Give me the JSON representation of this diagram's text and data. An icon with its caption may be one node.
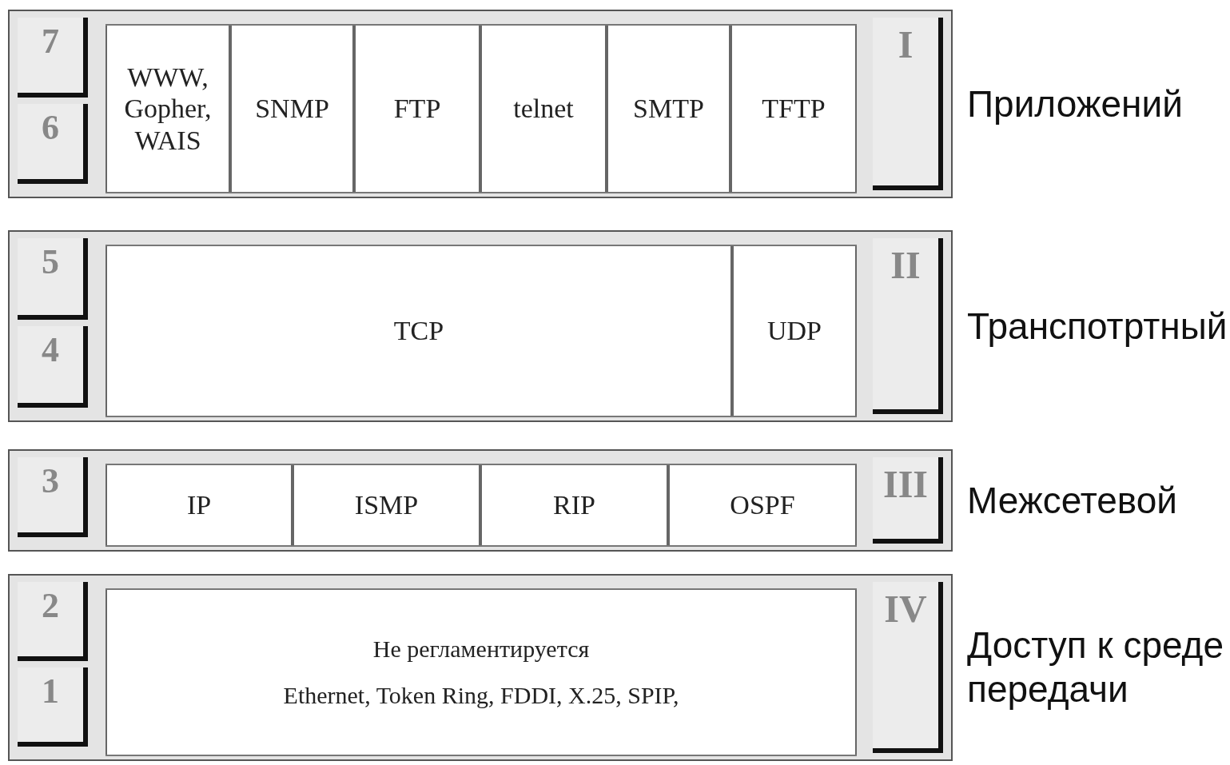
{
  "diagram": {
    "nodes": [
      {
        "text": [
          "7",
          "6",
          "I"
        ],
        "beside": [
          "Приложений"
        ]
      },
      {
        "text": [
          "WWW, Gopher, WAIS"
        ],
        "in": 0
      },
      {
        "text": [
          "SNMP"
        ],
        "in": 0
      },
      {
        "text": [
          "FTP"
        ],
        "in": 0
      },
      {
        "text": [
          "telnet"
        ],
        "in": 0
      },
      {
        "text": [
          "SMTP"
        ],
        "in": 0
      },
      {
        "text": [
          "TFTP"
        ],
        "in": 0
      },
      {
        "text": [
          "5",
          "4",
          "II"
        ],
        "beside": [
          "Транспотртный"
        ]
      },
      {
        "text": [
          "TCP"
        ],
        "in": 7
      },
      {
        "text": [
          "UDP"
        ],
        "in": 7
      },
      {
        "text": [
          "3",
          "III"
        ],
        "beside": [
          "Межсетевой"
        ]
      },
      {
        "text": [
          "IP"
        ],
        "in": 10
      },
      {
        "text": [
          "ISMP"
        ],
        "in": 10
      },
      {
        "text": [
          "RIP"
        ],
        "in": 10
      },
      {
        "text": [
          "OSPF"
        ],
        "in": 10
      },
      {
        "text": [
          "2",
          "1",
          "IV"
        ],
        "beside": [
          "Доступ к среде передачи"
        ]
      },
      {
        "text": [
          "Не регламентируется",
          "Ethernet, Token Ring, FDDI, X.25, SPIP,"
        ],
        "in": 15
      }
    ],
    "edges": []
  }
}
